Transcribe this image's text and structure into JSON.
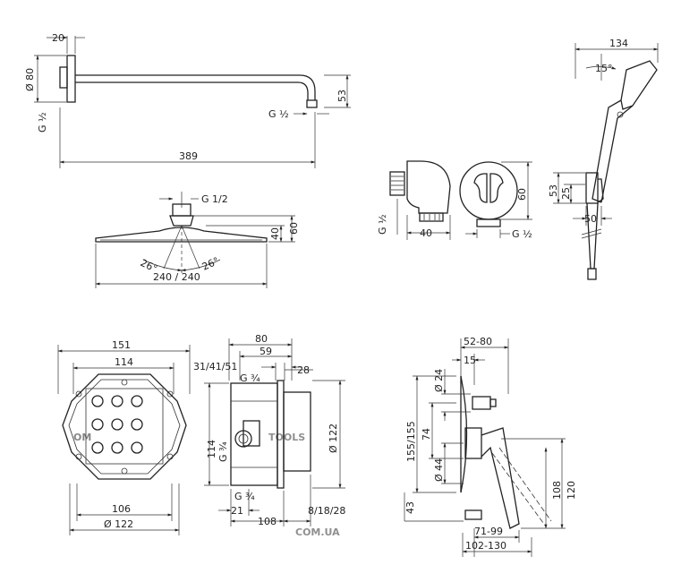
{
  "watermark": {
    "brand_left": "OM",
    "brand_right": "TOOLS",
    "domain": "COM.UA",
    "brand_color": "#f2b88a",
    "grey_color": "#c8c8c8"
  },
  "shower_arm": {
    "diameter": "Ø 80",
    "width": "20",
    "thread_left": "G ½",
    "thread_right": "G ½",
    "drop": "53",
    "length": "389"
  },
  "overhead_shower": {
    "thread": "G 1/2",
    "height_inner": "40",
    "height_outer": "60",
    "angle_left": "26°",
    "angle_right": "26°",
    "width": "240 / 240"
  },
  "wall_outlet": {
    "thread_left": "G ½",
    "depth": "40",
    "height": "60",
    "thread_right": "G ½"
  },
  "hand_shower": {
    "width": "134",
    "angle": "15°",
    "height_53": "53",
    "height_25": "25",
    "depth": "50"
  },
  "box_front": {
    "width_outer": "151",
    "width_inner": "114",
    "width_bottom": "106",
    "diameter": "Ø 122"
  },
  "box_side": {
    "depth_80": "80",
    "depth_59": "59",
    "depth_options": "31/41/51",
    "depth_28": "28",
    "thread_top": "G ¾",
    "thread_mid": "G ¾",
    "height_114": "114",
    "diameter": "Ø 122",
    "thread_bottom": "G ¾",
    "depth_21": "21",
    "depth_108": "108",
    "depth_range": "8/18/28"
  },
  "mixer": {
    "depth_range": "52-80",
    "depth_15": "15",
    "diameter_24": "Ø 24",
    "height_range": "155/155",
    "height_74": "74",
    "diameter_44": "Ø 44",
    "height_43": "43",
    "height_108": "108",
    "height_120": "120",
    "range_71_99": "71-99",
    "range_102_130": "102-130"
  }
}
